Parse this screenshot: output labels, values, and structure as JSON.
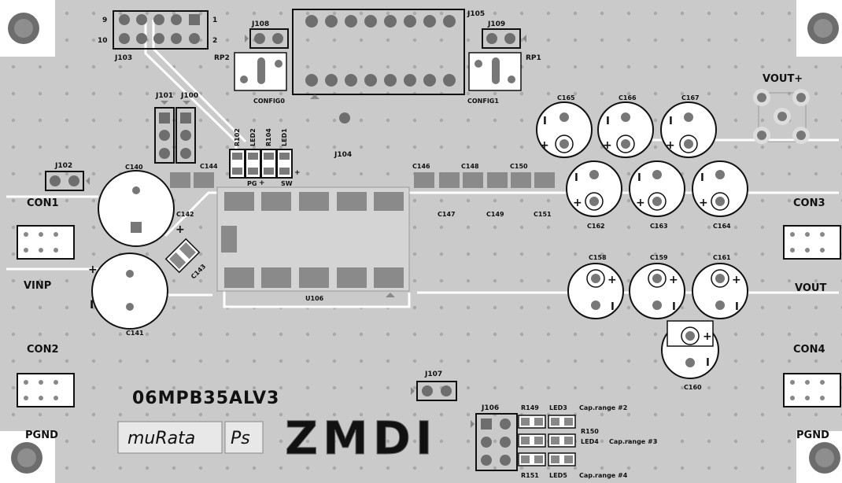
{
  "board": {
    "name": "06MPB35ALV3"
  },
  "logos": {
    "murata": "muRata",
    "ps": "Ps",
    "zmdi": "ZMDI"
  },
  "connectors": {
    "con1": "CON1",
    "con2": "CON2",
    "con3": "CON3",
    "con4": "CON4",
    "vinp": "VINP",
    "pgnd_left": "PGND",
    "pgnd_right": "PGND",
    "vout_right": "VOUT",
    "vout_top": "VOUT+"
  },
  "headers": {
    "j103": "J103",
    "j103_pin9": "9",
    "j103_pin10": "10",
    "j103_pin1": "1",
    "j103_pin2": "2",
    "j108": "J108",
    "j105": "J105",
    "j109": "J109",
    "j101": "J101",
    "j100": "J100",
    "j102": "J102",
    "j104": "J104",
    "j107": "J107",
    "j106": "J106"
  },
  "trimmers": {
    "rp2": "RP2",
    "rp1": "RP1",
    "config0": "CONFIG0",
    "config1": "CONFIG1"
  },
  "leds_top": {
    "r102": "R102",
    "led2": "LED2",
    "r104": "R104",
    "led1": "LED1",
    "pg": "PG",
    "sw": "SW"
  },
  "caps": {
    "c140": "C140",
    "c141": "C141",
    "c142": "C142",
    "c143": "C143",
    "c144": "C144",
    "c146": "C146",
    "c147": "C147",
    "c148": "C148",
    "c149": "C149",
    "c150": "C150",
    "c151": "C151",
    "c165": "C165",
    "c166": "C166",
    "c167": "C167",
    "c162": "C162",
    "c163": "C163",
    "c164": "C164",
    "c158": "C158",
    "c159": "C159",
    "c161": "C161",
    "c160": "C160"
  },
  "ic": {
    "u106": "U106"
  },
  "range": {
    "r149": "R149",
    "led3": "LED3",
    "cap2": "Cap.range #2",
    "r150": "R150",
    "led4": "LED4",
    "cap3": "Cap.range #3",
    "r151": "R151",
    "led5": "LED5",
    "cap4": "Cap.range #4"
  },
  "colors": {
    "board": "#c9c9c9",
    "trace": "#ffffff",
    "silk": "#111111",
    "pad": "#777777",
    "mount": "#6f6f6f"
  }
}
